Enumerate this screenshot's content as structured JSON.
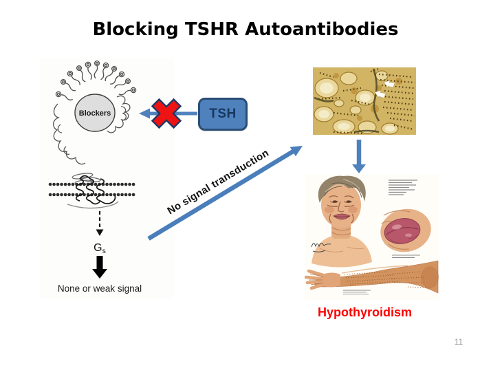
{
  "slide": {
    "title": "Blocking TSHR Autoantibodies",
    "page_number": "11"
  },
  "receptor_diagram": {
    "blockers_label": "Blockers",
    "g_protein": "G",
    "g_protein_subscript": "s",
    "signal_text": "None or weak signal"
  },
  "tsh": {
    "label": "TSH"
  },
  "arrow_label": {
    "no_signal": "No signal transduction"
  },
  "right_panel": {
    "caption": "Hypothyroidism"
  },
  "icons": {
    "blocked_cross_icon": "✖",
    "left_arrow_icon": "←",
    "up_right_arrow_icon": "↗",
    "down_arrow_icon": "↓"
  },
  "colors": {
    "accent_blue": "#4f81bd",
    "accent_blue_dark": "#2a4d75",
    "diag_arrow_blue": "#4a7ebb",
    "tsh_text_navy": "#17375e",
    "cross_red": "#ee1414",
    "cross_outline_navy": "#203864",
    "caption_red": "#ff0000",
    "title_black": "#000000",
    "page_number_grey": "#9b9b9b"
  }
}
